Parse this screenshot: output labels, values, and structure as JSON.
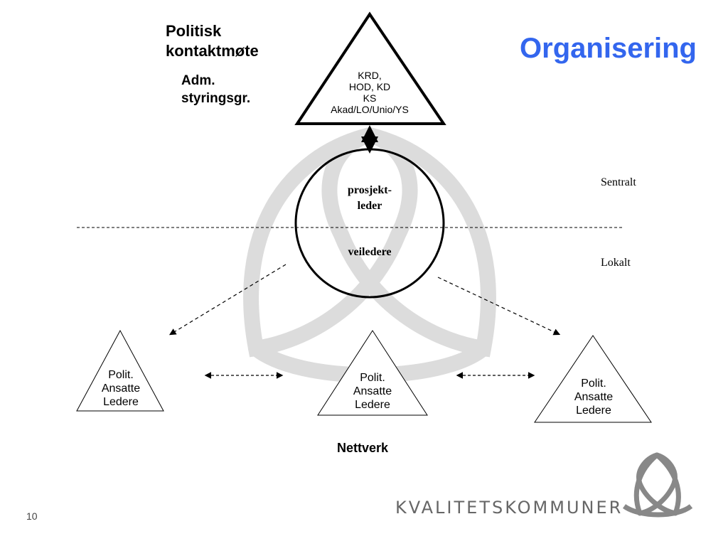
{
  "slide": {
    "title": "Organisering",
    "page_number": "10"
  },
  "top_left": {
    "politisk_line1": "Politisk",
    "politisk_line2": "kontaktmøte",
    "adm_line1": "Adm.",
    "adm_line2": "styringsgr."
  },
  "top_triangle": {
    "lines": [
      "KRD,",
      "HOD, KD",
      "KS",
      "Akad/LO/Unio/YS"
    ]
  },
  "circle": {
    "upper_line1": "prosjekt-",
    "upper_line2": "leder",
    "lower": "veiledere"
  },
  "zones": {
    "central": "Sentralt",
    "local": "Lokalt"
  },
  "local_triangles": [
    {
      "lines": [
        "Polit.",
        "Ansatte",
        "Ledere"
      ]
    },
    {
      "lines": [
        "Polit.",
        "Ansatte",
        "Ledere"
      ]
    },
    {
      "lines": [
        "Polit.",
        "Ansatte",
        "Ledere"
      ]
    }
  ],
  "network_label": "Nettverk",
  "brand": {
    "name": "KVALITETSKOMMUNER"
  },
  "colors": {
    "title": "#3366ee",
    "watermark": "#d9d9d9",
    "brand": "#666666"
  }
}
